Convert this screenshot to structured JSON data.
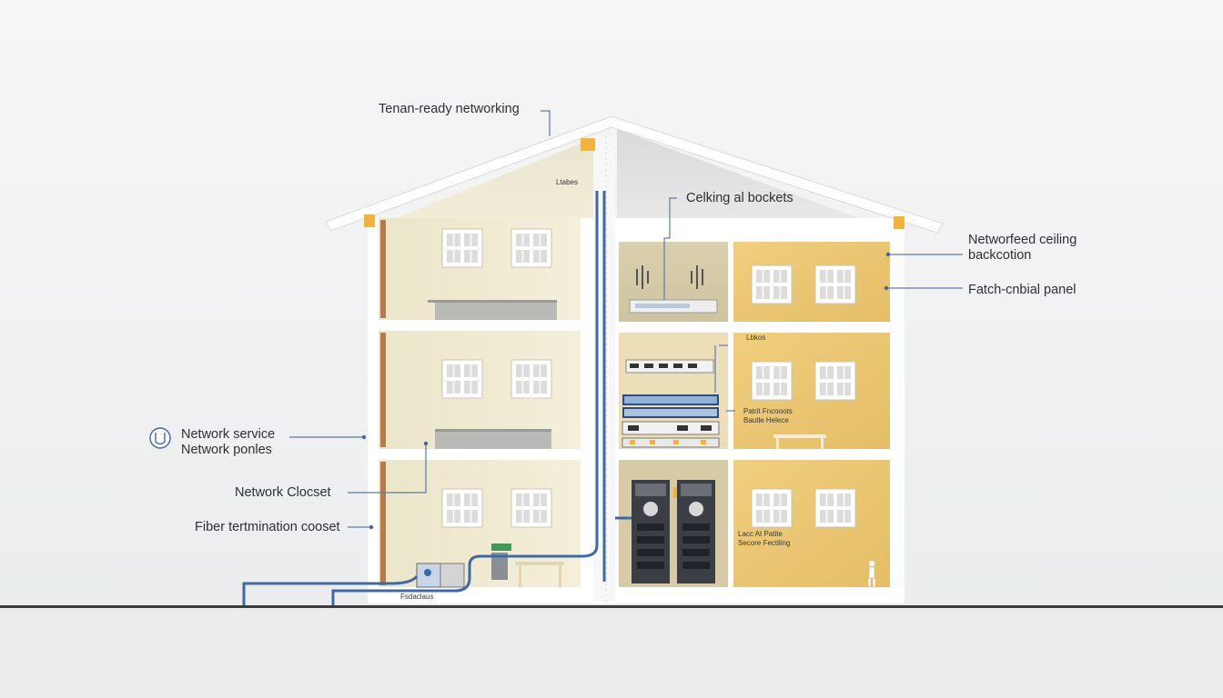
{
  "labels": {
    "top": "Tenan-ready networking",
    "ceiling_sockets": "Celking al bockets",
    "right_1_line1": "Networfeed ceiling",
    "right_1_line2": "backcotion",
    "right_2": "Fatch-cnbial panel",
    "left_1_line1": "Network service",
    "left_1_line2": "Network ponles",
    "left_2": "Network Clocset",
    "left_3": "Fiber tertmination cooset"
  },
  "small_labels": {
    "roof_tag": "Ltabes",
    "rack_tag": "Lbkos",
    "mid_room_line1": "Patrit Fncooots",
    "mid_room_line2": "Bautle Helece",
    "low_room_line1": "Lacc At Patite",
    "low_room_line2": "Secore Fectiling",
    "ground_tag": "Fsdaclaus"
  },
  "icons": [
    "globe-icon",
    "window-icon",
    "server-rack-icon",
    "network-switch-icon",
    "person-icon"
  ],
  "colors": {
    "cable": "#3d6aa6",
    "accent": "#f1b33a",
    "left_wall": "#f1ebcf",
    "right_wall": "#ecc66f",
    "structure": "#ffffff",
    "ground": "#3a3a3a"
  }
}
